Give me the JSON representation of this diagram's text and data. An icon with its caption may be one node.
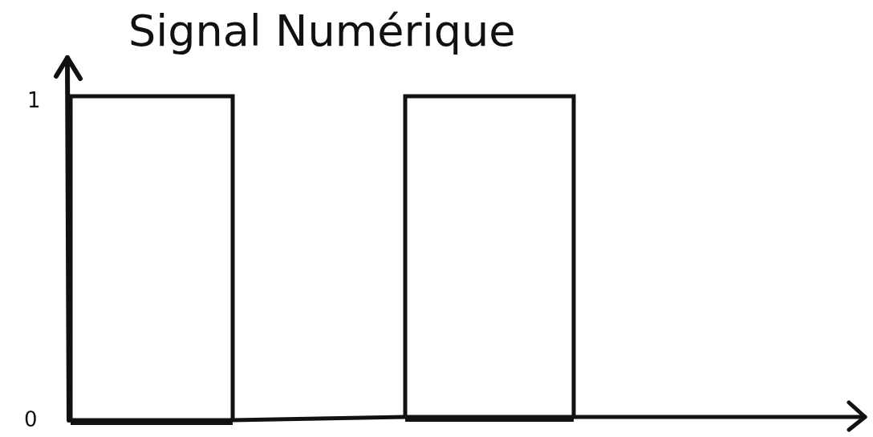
{
  "diagram": {
    "title": "Signal Numérique",
    "labels": [
      "1",
      "0"
    ]
  }
}
